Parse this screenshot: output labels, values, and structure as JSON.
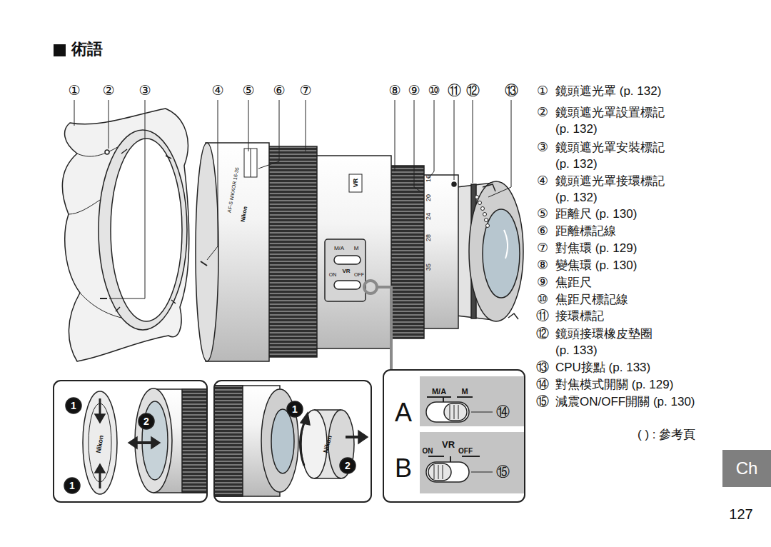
{
  "diagram": {
    "title": "術語",
    "nodes": [
      {
        "text": [
          "M/A",
          "M"
        ]
      },
      {
        "text": [
          "ON",
          "VR",
          "OFF"
        ]
      },
      {
        "text": [
          "Ch"
        ]
      }
    ],
    "labels": [
      "①",
      "②",
      "③",
      "④",
      "⑤",
      "⑥",
      "⑦",
      "⑧",
      "⑨",
      "⑩",
      "⑪",
      "⑫",
      "⑬",
      "①",
      "鏡頭遮光罩 (p. 132)",
      "②",
      "鏡頭遮光罩設置標記 (p. 132)",
      "③",
      "鏡頭遮光罩安裝標記 (p. 132)",
      "④",
      "鏡頭遮光罩接環標記 (p. 132)",
      "⑤",
      "距離尺 (p. 130)",
      "⑥",
      "距離標記線",
      "⑦",
      "對焦環 (p. 129)",
      "⑧",
      "變焦環 (p. 130)",
      "⑨",
      "焦距尺",
      "⑩",
      "焦距尺標記線",
      "⑪",
      "接環標記",
      "⑫",
      "鏡頭接環橡皮墊圈 (p. 133)",
      "⑬",
      "CPU接點 (p. 133)",
      "⑭",
      "對焦模式開關 (p. 129)",
      "⑮",
      "減震ON/OFF開關 (p. 130)",
      "( ) : 參考頁",
      "127",
      "AF-S NIKKOR 16-35",
      "Nikon",
      "VR",
      "M/A",
      "M",
      "ON",
      "VR",
      "OFF",
      "16",
      "20",
      "24",
      "28",
      "35",
      "1",
      "2",
      "1",
      "Nikon",
      "1",
      "2",
      "Nikon",
      "A",
      "B",
      "⑭",
      "⑮"
    ]
  }
}
